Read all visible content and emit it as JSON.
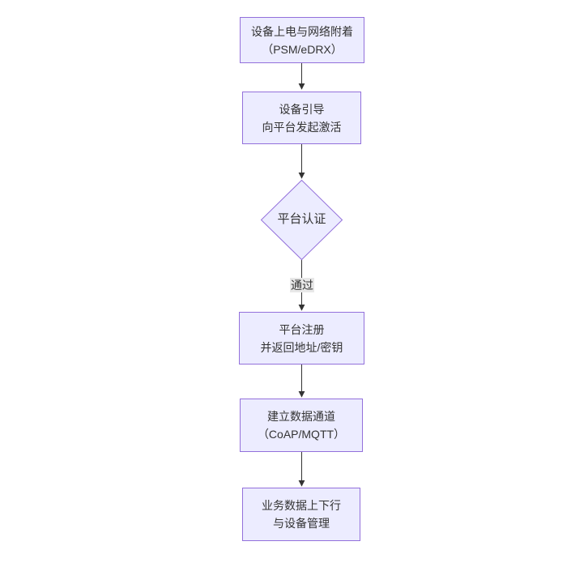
{
  "diagram": {
    "type": "flowchart",
    "direction": "top-down",
    "colors": {
      "background": "#ffffff",
      "node_fill": "#ECECFF",
      "node_border": "#9370DB",
      "text": "#333333",
      "arrow": "#333333",
      "edge_label_bg": "#e8e8e8"
    },
    "nodes": [
      {
        "id": "power-attach",
        "shape": "rect",
        "lines": [
          "设备上电与网络附着",
          "（PSM/eDRX）"
        ]
      },
      {
        "id": "bootstrap",
        "shape": "rect",
        "lines": [
          "设备引导",
          "向平台发起激活"
        ]
      },
      {
        "id": "platform-auth",
        "shape": "diamond",
        "lines": [
          "平台认证"
        ]
      },
      {
        "id": "register",
        "shape": "rect",
        "lines": [
          "平台注册",
          "并返回地址/密钥"
        ]
      },
      {
        "id": "data-channel",
        "shape": "rect",
        "lines": [
          "建立数据通道",
          "（CoAP/MQTT）"
        ]
      },
      {
        "id": "business",
        "shape": "rect",
        "lines": [
          "业务数据上下行",
          "与设备管理"
        ]
      }
    ],
    "edges": [
      {
        "from": "power-attach",
        "to": "bootstrap",
        "label": ""
      },
      {
        "from": "bootstrap",
        "to": "platform-auth",
        "label": ""
      },
      {
        "from": "platform-auth",
        "to": "register",
        "label": "通过"
      },
      {
        "from": "register",
        "to": "data-channel",
        "label": ""
      },
      {
        "from": "data-channel",
        "to": "business",
        "label": ""
      }
    ]
  }
}
